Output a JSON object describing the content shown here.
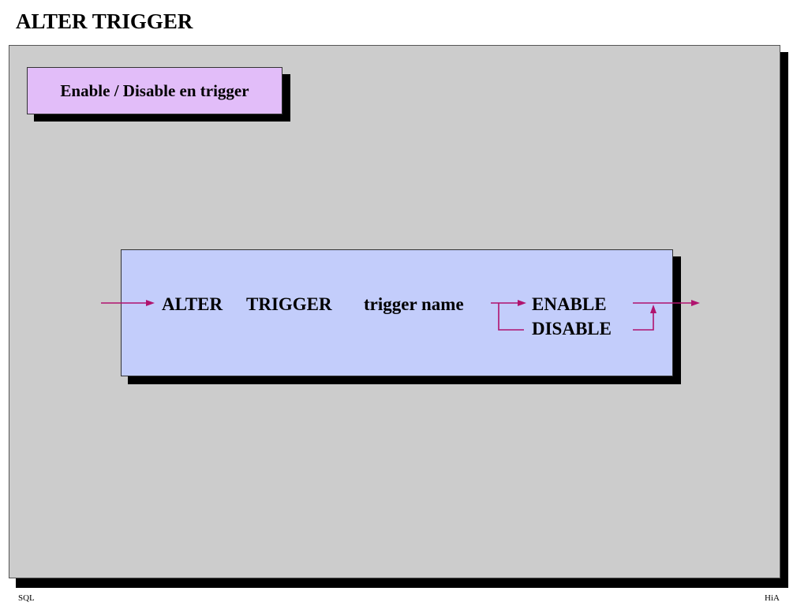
{
  "slide": {
    "title": "ALTER TRIGGER",
    "subtitle": "Enable / Disable en trigger"
  },
  "syntax": {
    "keyword_alter": "ALTER",
    "keyword_trigger": "TRIGGER",
    "placeholder_name": "trigger name",
    "option_enable": "ENABLE",
    "option_disable": "DISABLE"
  },
  "colors": {
    "panel": "#cccccc",
    "subtitle_box": "#e2bdf9",
    "syntax_box": "#c3cdfb",
    "flow_arrow": "#b0136e"
  },
  "footer": {
    "left": "SQL",
    "right": "HiA"
  }
}
